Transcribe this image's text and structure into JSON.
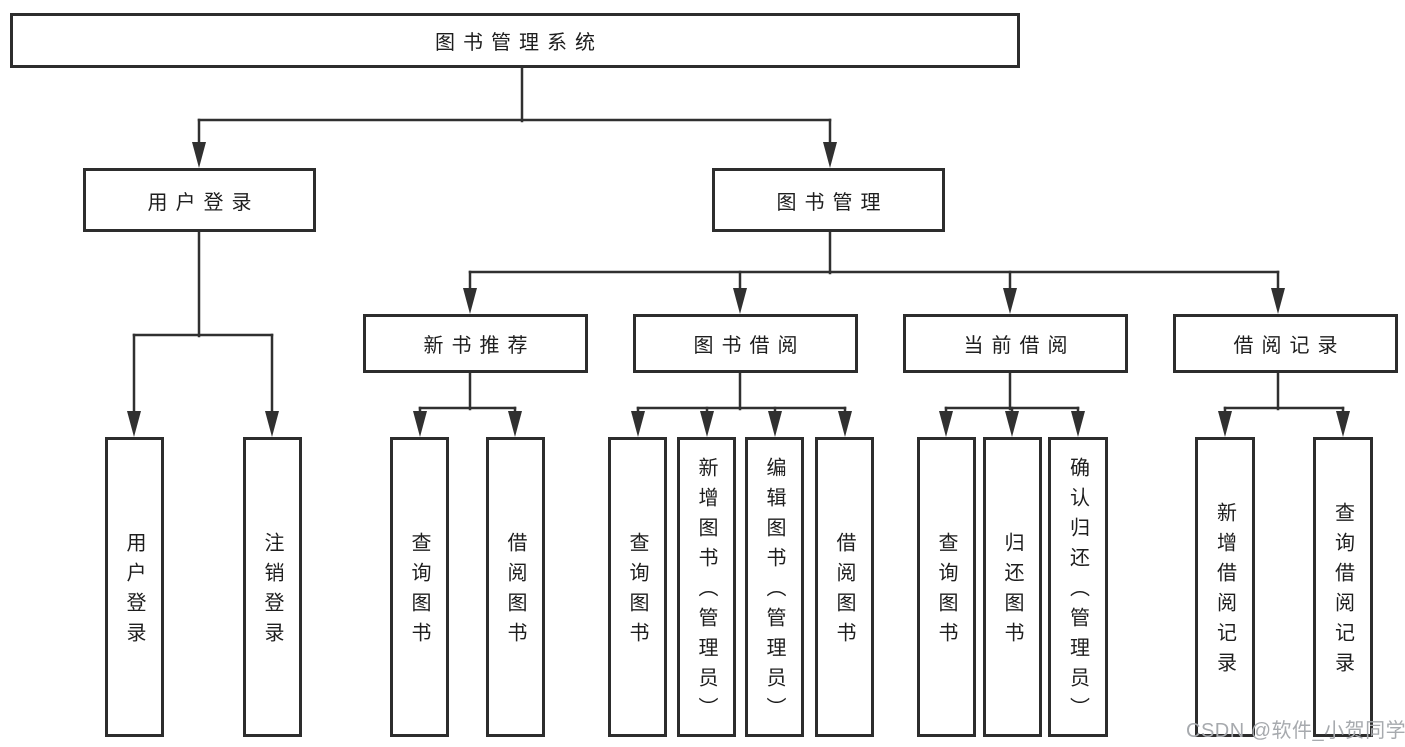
{
  "tree": {
    "label": "图书管理系统",
    "children": [
      {
        "label": "用户登录",
        "children": [
          {
            "label": "用户登录"
          },
          {
            "label": "注销登录"
          }
        ]
      },
      {
        "label": "图书管理",
        "children": [
          {
            "label": "新书推荐",
            "children": [
              {
                "label": "查询图书"
              },
              {
                "label": "借阅图书"
              }
            ]
          },
          {
            "label": "图书借阅",
            "children": [
              {
                "label": "查询图书"
              },
              {
                "label": "新增图书（管理员）"
              },
              {
                "label": "编辑图书（管理员）"
              },
              {
                "label": "借阅图书"
              }
            ]
          },
          {
            "label": "当前借阅",
            "children": [
              {
                "label": "查询图书"
              },
              {
                "label": "归还图书"
              },
              {
                "label": "确认归还（管理员）"
              }
            ]
          },
          {
            "label": "借阅记录",
            "children": [
              {
                "label": "新增借阅记录"
              },
              {
                "label": "查询借阅记录"
              }
            ]
          }
        ]
      }
    ]
  },
  "watermark": {
    "text": "CSDN @软件_小贺同学"
  },
  "colors": {
    "background": "#ffffff",
    "box_border": "#2d2d2d",
    "connector_line": "#303030",
    "text": "#1e1e1e",
    "watermark_text": "#a7aaae"
  }
}
